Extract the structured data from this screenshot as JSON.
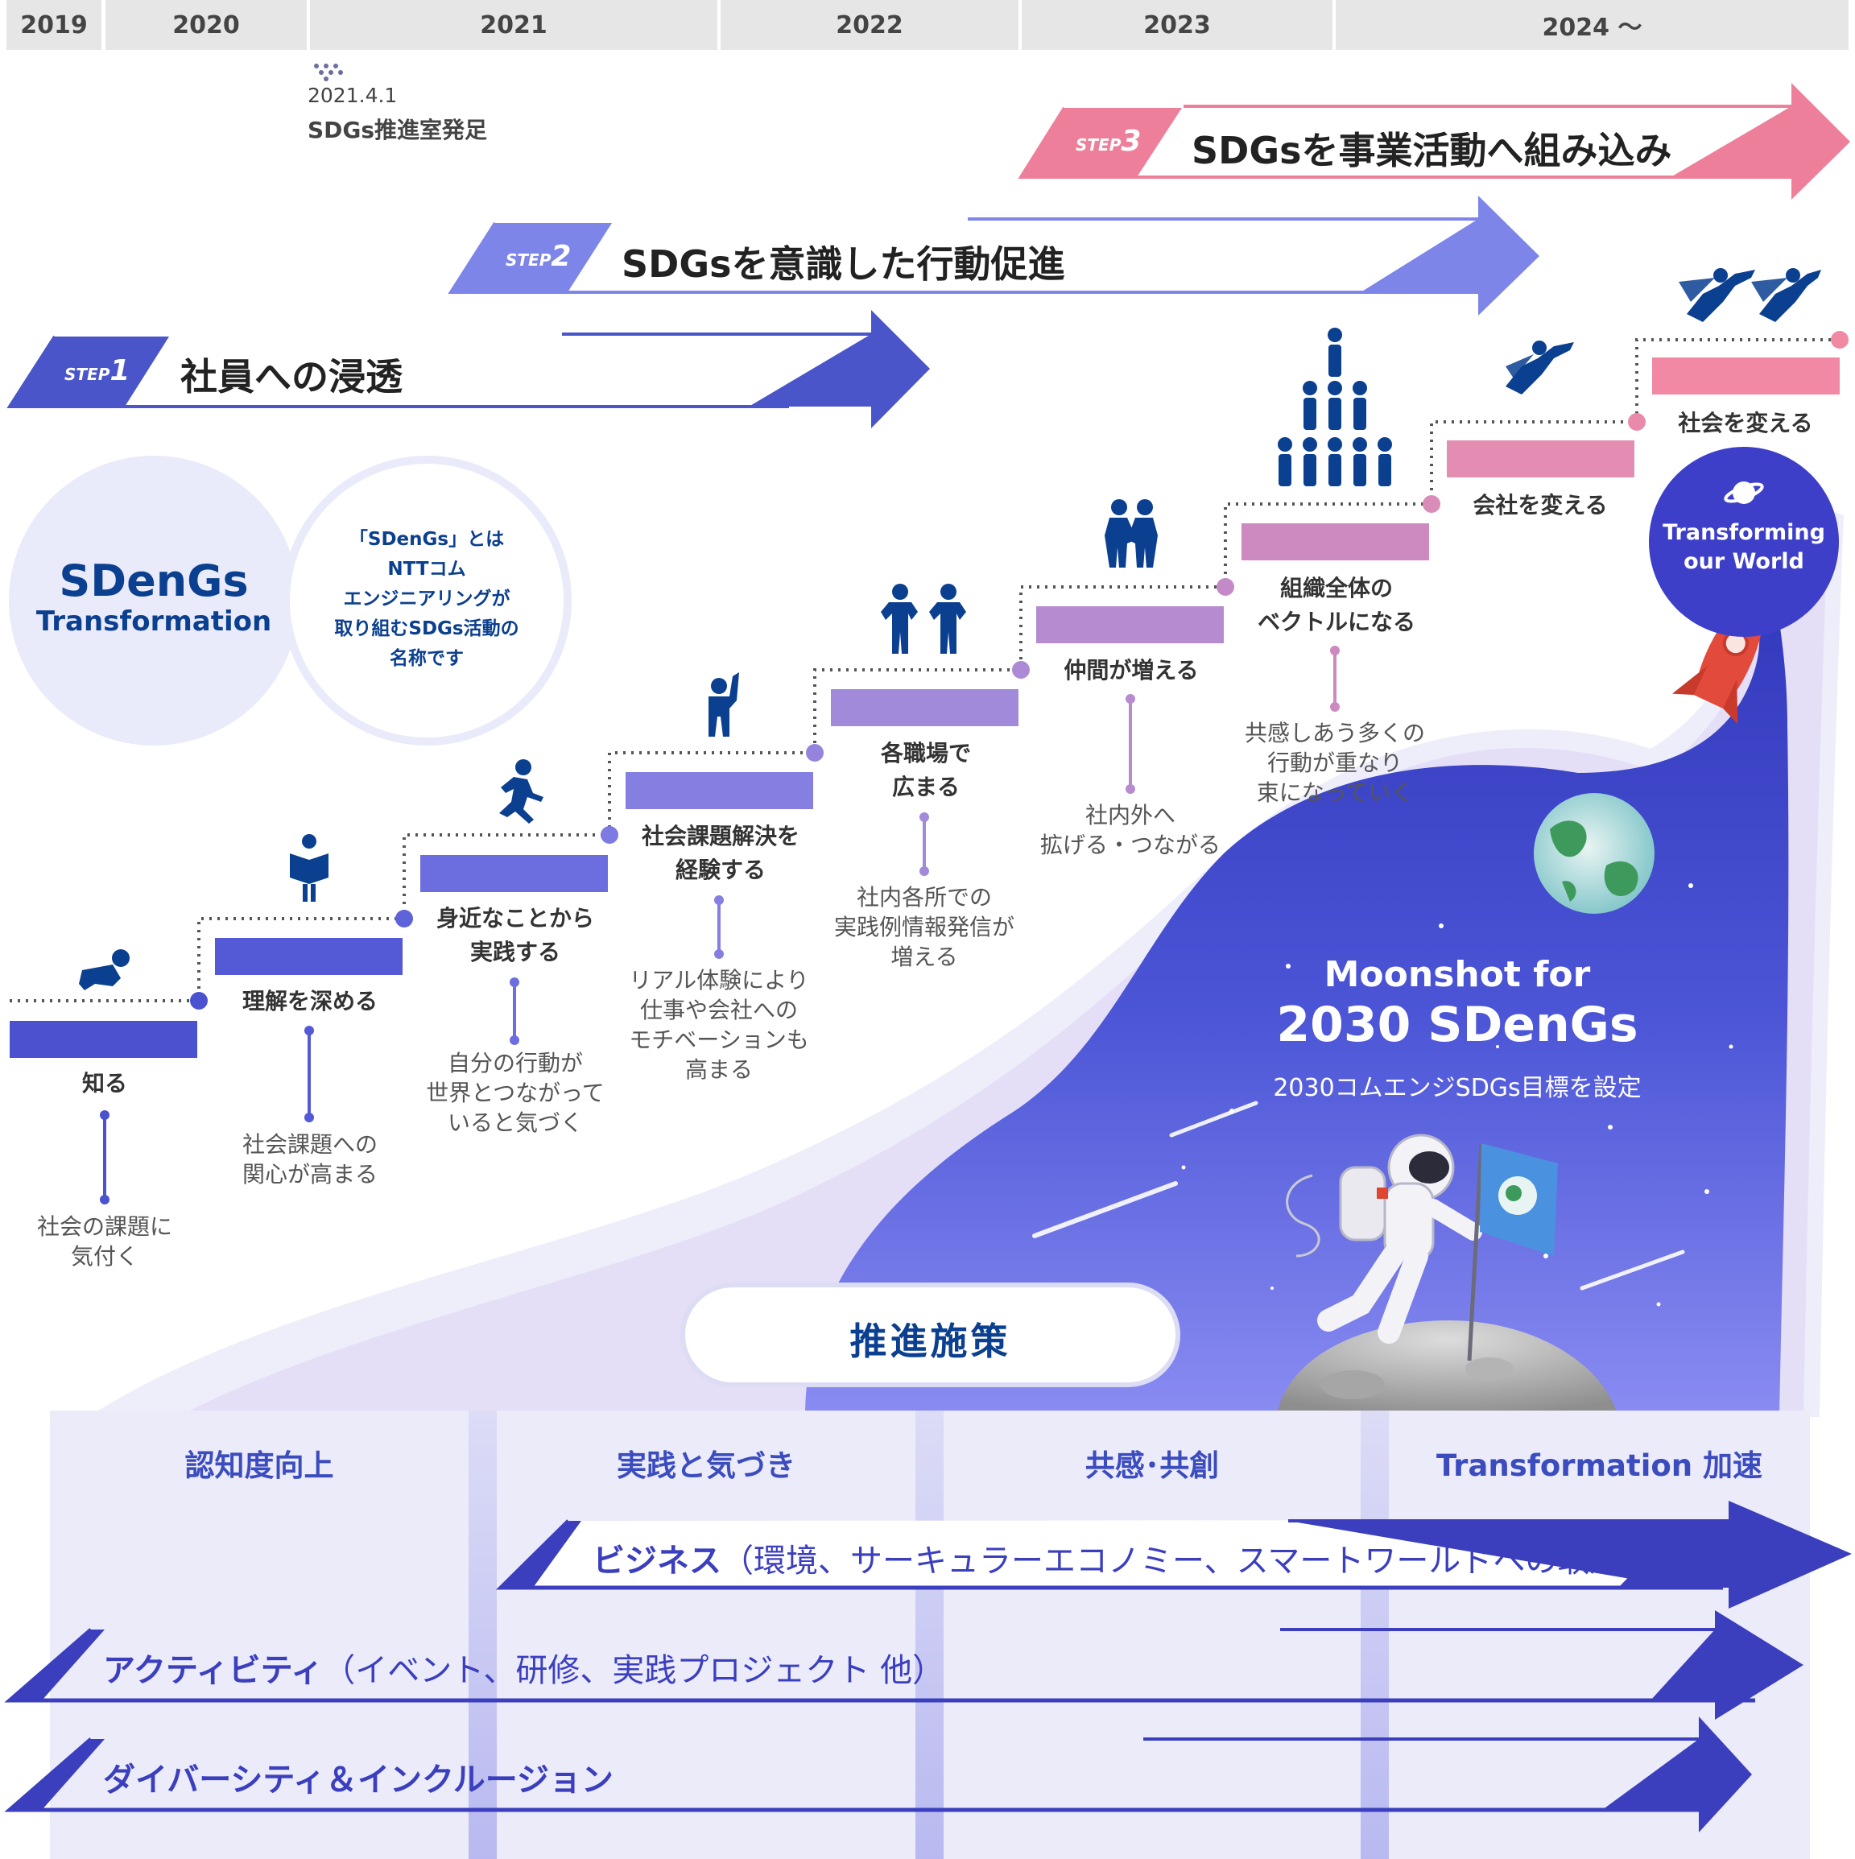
{
  "timeline": {
    "years": [
      "2019",
      "2020",
      "2021",
      "2022",
      "2023",
      "2024 ～"
    ],
    "milestone_date": "2021.4.1",
    "milestone_label": "SDGs推進室発足"
  },
  "steps": [
    {
      "tag": "STEP",
      "num": "1",
      "title": "社員への浸透",
      "color": "#4a55c9"
    },
    {
      "tag": "STEP",
      "num": "2",
      "title": "SDGsを意識した行動促進",
      "color": "#7d86e8"
    },
    {
      "tag": "STEP",
      "num": "3",
      "title": "SDGsを事業活動へ組み込み",
      "color": "#ee7f9a"
    }
  ],
  "intro": {
    "logo_line1": "SDenGs",
    "logo_line2": "Transformation",
    "desc_lines": [
      "「SDenGs」とは",
      "NTTコム",
      "エンジニアリングが",
      "取り組むSDGs活動の",
      "名称です"
    ]
  },
  "stairs": [
    {
      "label": "知る",
      "desc": "社会の課題に\n気付く",
      "color": "#4a52cf",
      "icon": "crawling-baby-icon"
    },
    {
      "label": "理解を深める",
      "desc": "社会課題への\n関心が高まる",
      "color": "#5459d6",
      "icon": "reading-person-icon"
    },
    {
      "label": "身近なことから\n実践する",
      "desc": "自分の行動が\n世界とつながって\nいると気づく",
      "color": "#6c6ee0",
      "icon": "running-person-icon"
    },
    {
      "label": "社会課題解決を\n経験する",
      "desc": "リアル体験により\n仕事や会社への\nモチベーションも\n高まる",
      "color": "#857fe2",
      "icon": "raising-hand-person-icon"
    },
    {
      "label": "各職場で\n広まる",
      "desc": "社内各所での\n実践例情報発信が\n増える",
      "color": "#a08ad9",
      "icon": "two-people-icon"
    },
    {
      "label": "仲間が増える",
      "desc": "社内外へ\n拡げる・つながる",
      "color": "#b68bcf",
      "icon": "handshake-icon"
    },
    {
      "label": "組織全体の\nベクトルになる",
      "desc": "共感しあう多くの\n行動が重なり\n束になっていく",
      "color": "#cc8ac0",
      "icon": "people-pyramid-icon"
    },
    {
      "label": "会社を変える",
      "desc": "",
      "color": "#e28db1",
      "icon": "flying-hero-icon"
    },
    {
      "label": "社会を変える",
      "desc": "",
      "color": "#f188a4",
      "icon": "two-flying-heroes-icon"
    }
  ],
  "bubble": {
    "line1": "Transforming",
    "line2": "our World"
  },
  "moonshot": {
    "line1": "Moonshot for",
    "line2": "2030 SDenGs",
    "line3": "2030コムエンジSDGs目標を設定"
  },
  "measures": {
    "title": "推進施策",
    "categories": [
      "認知度向上",
      "実践と気づき",
      "共感･共創",
      "Transformation 加速"
    ],
    "banners": [
      {
        "main": "ビジネス",
        "sub": "（環境、サーキュラーエコノミー、スマートワールドへの取組み 他）"
      },
      {
        "main": "アクティビティ",
        "sub": "（イベント、研修、実践プロジェクト 他）"
      },
      {
        "main": "ダイバーシティ＆インクルージョン",
        "sub": ""
      }
    ]
  },
  "colors": {
    "primary": "#3b3fbe",
    "navy": "#0b3f8f",
    "space": "#3d3fc9",
    "step3": "#ee7f9a",
    "year_bar": "#e6e6e6"
  }
}
